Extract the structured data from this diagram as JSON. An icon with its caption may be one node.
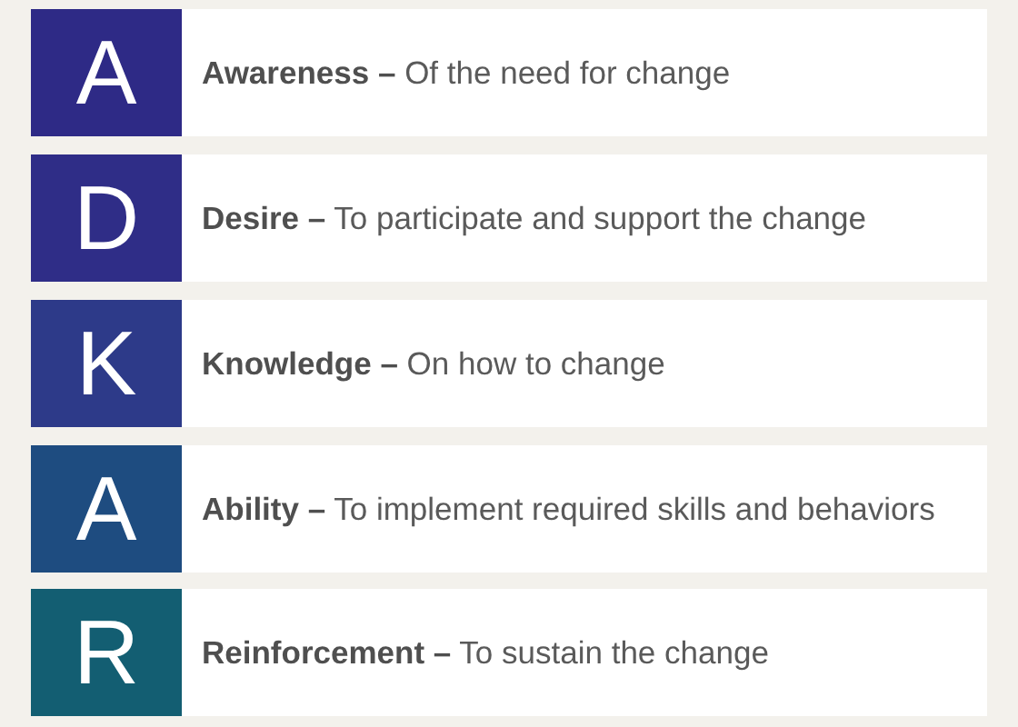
{
  "diagram": {
    "nodes": [
      {
        "text": [
          "A"
        ]
      },
      {
        "text": [
          "**Awareness –** Of the need for change"
        ]
      },
      {
        "text": [
          "D"
        ]
      },
      {
        "text": [
          "**Desire –** To participate and support the change"
        ]
      },
      {
        "text": [
          "K"
        ]
      },
      {
        "text": [
          "**Knowledge –** On how to change"
        ]
      },
      {
        "text": [
          "A"
        ]
      },
      {
        "text": [
          "**Ability –** To implement required skills and behaviors"
        ]
      },
      {
        "text": [
          "R"
        ]
      },
      {
        "text": [
          "**Reinforcement –** To sustain the change"
        ]
      }
    ]
  }
}
